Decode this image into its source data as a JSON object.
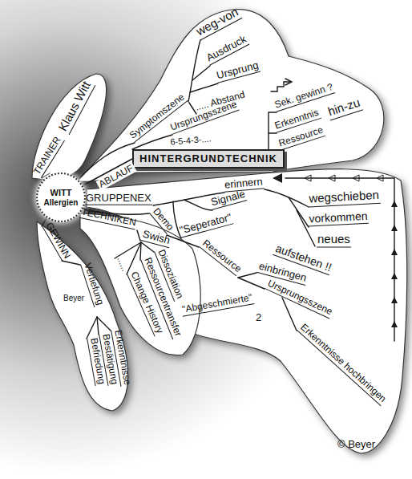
{
  "diagram": {
    "nodes": [
      {
        "text": [
          "WITT",
          "Allergien"
        ]
      },
      {
        "text": [
          "HINTERGRUNDTECHNIK"
        ]
      }
    ],
    "edges": [
      {
        "from": 0,
        "to": 1,
        "arrow": "none",
        "label": "ABLAUF"
      }
    ],
    "labels": [
      "TRAINER",
      "Klaus Witt",
      "Symptomszene",
      "weg-von",
      "Ausdruck",
      "Ursprung",
      "..... Abstand",
      "Ursprungsszene",
      "6-5-4-3-....",
      "Sek. gewinn ?",
      "Erkenntnis",
      "hin-zu",
      "Ressource",
      "GRUPPENEX",
      "erinnern",
      "wegschieben",
      "Signale",
      "vorkommen",
      "\"Seperator\"",
      "neues",
      "aufstehen !!",
      "Ressource",
      "einbringen",
      "Ursprungsszene",
      "\"Abgeschmierte\"",
      "2",
      "Erkenntnisse hochbringen",
      "Demo",
      "TECHNIKEN",
      "Swish",
      "......",
      "Dissoziation",
      "Ressourcentransfer",
      "Change History",
      "GEWINN",
      "Vertiefung",
      "Beyer",
      "Erkenntnisse",
      "Bestätigung",
      "Befriedung",
      "© Beyer"
    ]
  }
}
